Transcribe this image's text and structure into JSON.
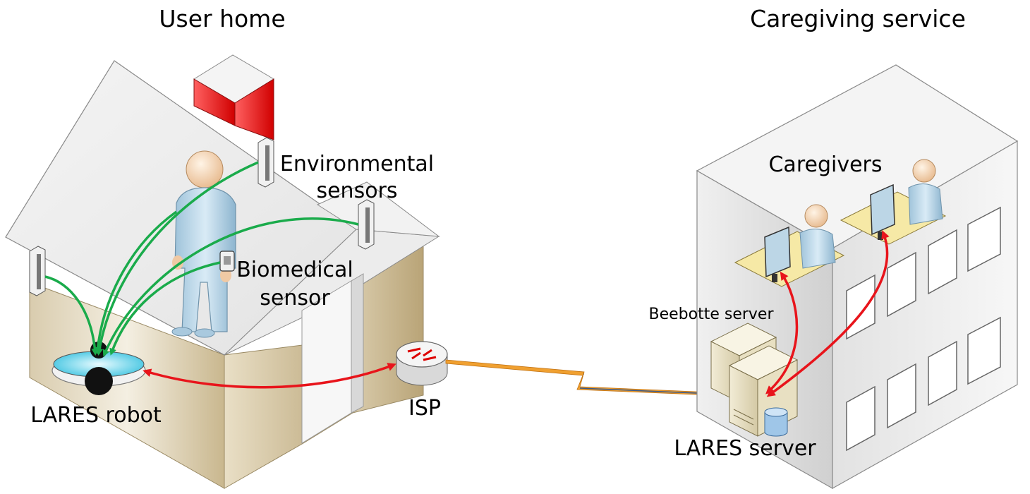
{
  "labels": {
    "user_home": "User home",
    "caregiving_service": "Caregiving service",
    "environmental_sensors_line1": "Environmental",
    "environmental_sensors_line2": "sensors",
    "biomedical_sensor_line1": "Biomedical",
    "biomedical_sensor_line2": "sensor",
    "lares_robot": "LARES robot",
    "isp": "ISP",
    "caregivers": "Caregivers",
    "beebotte_server": "Beebotte server",
    "lares_server": "LARES server"
  },
  "colors": {
    "wireless_link": "#1aab4b",
    "bidirectional_link": "#e8141b",
    "wan_link": "#f0a030"
  }
}
